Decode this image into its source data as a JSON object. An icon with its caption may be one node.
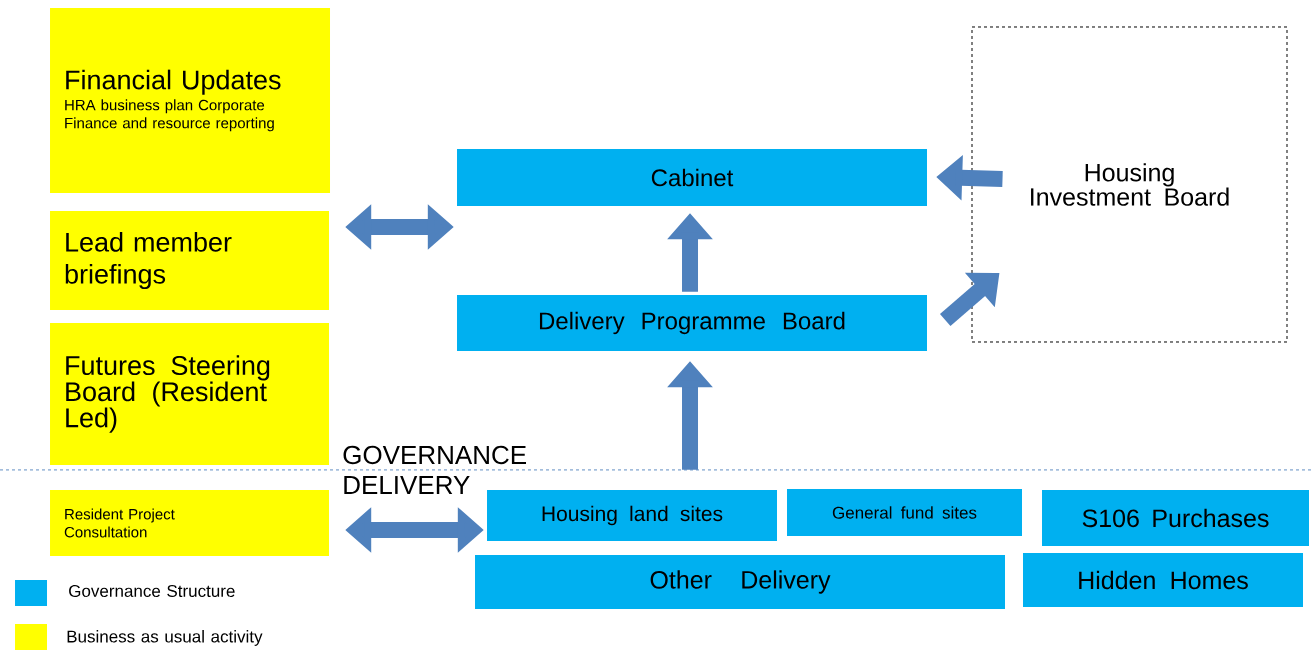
{
  "diagram": {
    "nodes": [
      {
        "text": [
          "Financial Updates",
          "HRA business plan Corporate Finance and resource reporting"
        ]
      },
      {
        "text": [
          "Lead member briefings"
        ]
      },
      {
        "text": [
          "Futures Steering Board (Resident Led)"
        ]
      },
      {
        "text": [
          "Resident Project Consultation"
        ]
      },
      {
        "text": [
          "Cabinet"
        ]
      },
      {
        "text": [
          "Delivery Programme Board"
        ]
      },
      {
        "text": [
          "Housing Investment Board"
        ]
      },
      {
        "text": [
          "Housing land sites"
        ]
      },
      {
        "text": [
          "General fund sites"
        ]
      },
      {
        "text": [
          "S106 Purchases"
        ]
      },
      {
        "text": [
          "Other Delivery"
        ]
      },
      {
        "text": [
          "Hidden Homes"
        ]
      }
    ],
    "edges": [
      {
        "from": 1,
        "to": 4,
        "arrow": "both"
      },
      {
        "from": 3,
        "to": 7,
        "arrow": "both"
      },
      {
        "from": 5,
        "to": 4,
        "arrow": "to"
      },
      {
        "from": 7,
        "to": 5,
        "arrow": "to"
      },
      {
        "from": 6,
        "to": 4,
        "arrow": "to"
      },
      {
        "from": 5,
        "to": 6,
        "arrow": "to"
      }
    ],
    "labels": [
      "GOVERNANCE",
      "DELIVERY"
    ],
    "legend": [
      {
        "text": "Governance Structure",
        "color": "#00b0f0"
      },
      {
        "text": "Business as usual activity",
        "color": "#ffff00"
      }
    ]
  }
}
